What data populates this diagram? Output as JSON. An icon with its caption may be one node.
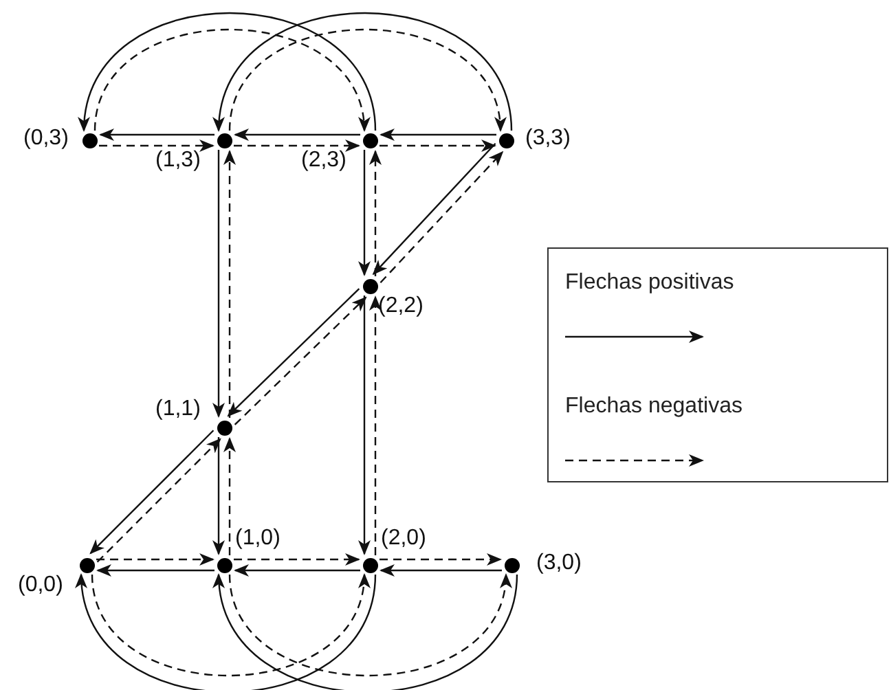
{
  "diagram": {
    "nodes": [
      {
        "text": [],
        "shape": "circle",
        "beside": [
          "(0,3)"
        ]
      },
      {
        "text": [],
        "shape": "circle",
        "beside": [
          "(1,3)"
        ]
      },
      {
        "text": [],
        "shape": "circle",
        "beside": [
          "(2,3)"
        ]
      },
      {
        "text": [],
        "shape": "circle",
        "beside": [
          "(3,3)"
        ]
      },
      {
        "text": [],
        "shape": "circle",
        "beside": [
          "(2,2)"
        ]
      },
      {
        "text": [],
        "shape": "circle",
        "beside": [
          "(1,1)"
        ]
      },
      {
        "text": [],
        "shape": "circle",
        "beside": [
          "(0,0)"
        ]
      },
      {
        "text": [],
        "shape": "circle",
        "beside": [
          "(1,0)"
        ]
      },
      {
        "text": [],
        "shape": "circle",
        "beside": [
          "(2,0)"
        ]
      },
      {
        "text": [],
        "shape": "circle",
        "beside": [
          "(3,0)"
        ]
      }
    ],
    "edges": [
      {
        "from": 1,
        "to": 0,
        "arrow": "to"
      },
      {
        "from": 0,
        "to": 1,
        "arrow": "to",
        "style": "dashed"
      },
      {
        "from": 2,
        "to": 1,
        "arrow": "to"
      },
      {
        "from": 1,
        "to": 2,
        "arrow": "to",
        "style": "dashed"
      },
      {
        "from": 3,
        "to": 2,
        "arrow": "to"
      },
      {
        "from": 2,
        "to": 3,
        "arrow": "to",
        "style": "dashed"
      },
      {
        "from": 2,
        "to": 0,
        "arrow": "to"
      },
      {
        "from": 0,
        "to": 2,
        "arrow": "to",
        "style": "dashed"
      },
      {
        "from": 3,
        "to": 1,
        "arrow": "to"
      },
      {
        "from": 1,
        "to": 3,
        "arrow": "to",
        "style": "dashed"
      },
      {
        "from": 1,
        "to": 5,
        "arrow": "to"
      },
      {
        "from": 5,
        "to": 1,
        "arrow": "to",
        "style": "dashed"
      },
      {
        "from": 2,
        "to": 4,
        "arrow": "to"
      },
      {
        "from": 4,
        "to": 2,
        "arrow": "to",
        "style": "dashed"
      },
      {
        "from": 3,
        "to": 4,
        "arrow": "to"
      },
      {
        "from": 4,
        "to": 3,
        "arrow": "to",
        "style": "dashed"
      },
      {
        "from": 4,
        "to": 5,
        "arrow": "to"
      },
      {
        "from": 5,
        "to": 4,
        "arrow": "to",
        "style": "dashed"
      },
      {
        "from": 5,
        "to": 6,
        "arrow": "to"
      },
      {
        "from": 6,
        "to": 5,
        "arrow": "to",
        "style": "dashed"
      },
      {
        "from": 5,
        "to": 7,
        "arrow": "to"
      },
      {
        "from": 7,
        "to": 5,
        "arrow": "to",
        "style": "dashed"
      },
      {
        "from": 4,
        "to": 8,
        "arrow": "to"
      },
      {
        "from": 8,
        "to": 4,
        "arrow": "to",
        "style": "dashed"
      },
      {
        "from": 7,
        "to": 6,
        "arrow": "to"
      },
      {
        "from": 6,
        "to": 7,
        "arrow": "to",
        "style": "dashed"
      },
      {
        "from": 8,
        "to": 7,
        "arrow": "to"
      },
      {
        "from": 7,
        "to": 8,
        "arrow": "to",
        "style": "dashed"
      },
      {
        "from": 9,
        "to": 8,
        "arrow": "to"
      },
      {
        "from": 8,
        "to": 9,
        "arrow": "to",
        "style": "dashed"
      },
      {
        "from": 8,
        "to": 6,
        "arrow": "to"
      },
      {
        "from": 6,
        "to": 8,
        "arrow": "to",
        "style": "dashed"
      },
      {
        "from": 9,
        "to": 7,
        "arrow": "to"
      },
      {
        "from": 7,
        "to": 9,
        "arrow": "to",
        "style": "dashed"
      }
    ],
    "legend": [
      {
        "text": "Flechas positivas"
      },
      {
        "text": "Flechas negativas"
      }
    ]
  }
}
